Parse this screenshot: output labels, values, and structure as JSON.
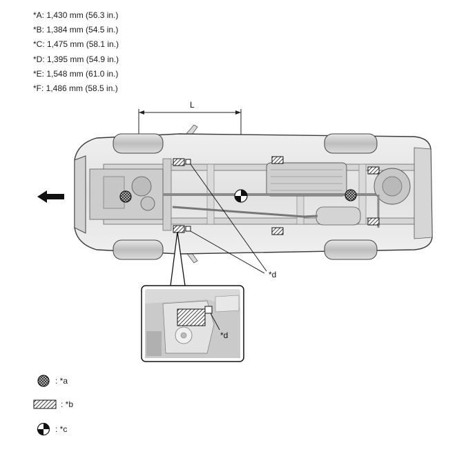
{
  "specs": [
    {
      "label": "*A: 1,430 mm (56.3 in.)"
    },
    {
      "label": "*B: 1,384 mm (54.5 in.)"
    },
    {
      "label": "*C: 1,475 mm (58.1 in.)"
    },
    {
      "label": "*D: 1,395 mm (54.9 in.)"
    },
    {
      "label": "*E: 1,548 mm (61.0 in.)"
    },
    {
      "label": "*F: 1,486 mm (58.5 in.)"
    }
  ],
  "diagram": {
    "dimension_label": "L",
    "callout_label": "*d",
    "inset_callout_label": "*d"
  },
  "legend": {
    "a": ": *a",
    "b": ": *b",
    "c": ": *c"
  }
}
